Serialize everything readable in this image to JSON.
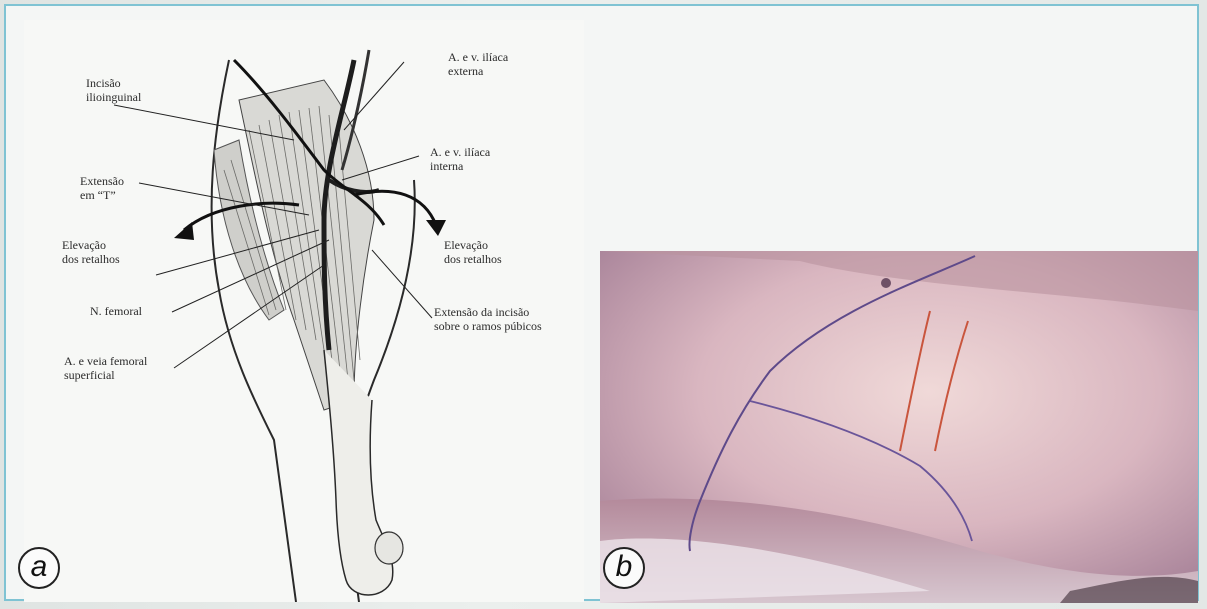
{
  "panel_a": {
    "badge": "a",
    "labels": {
      "ilioinguinal_incision": "Incisão\nilioinguinal",
      "external_iliac": "A. e v. ilíaca\nexterna",
      "internal_iliac": "A. e v. ilíaca\ninterna",
      "t_extension": "Extensão\nem “T”",
      "flap_elevation_left": "Elevação\ndos retalhos",
      "flap_elevation_right": "Elevação\ndos retalhos",
      "femoral_nerve": "N. femoral",
      "pubic_extension": "Extensão da incisão\nsobre o ramos púbicos",
      "femoral_vessels": "A. e veia femoral\nsuperficial"
    }
  },
  "panel_b": {
    "badge": "b"
  }
}
